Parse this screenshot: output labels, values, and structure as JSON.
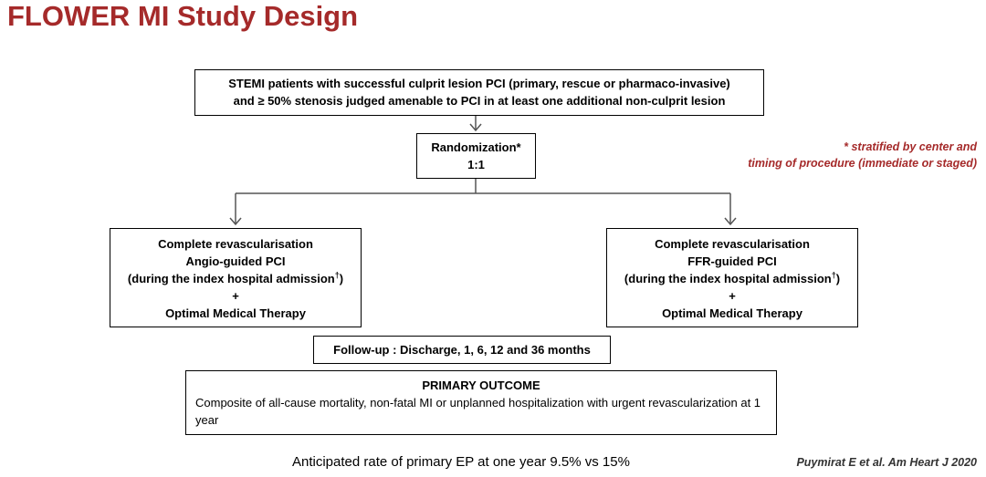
{
  "title": "FLOWER MI Study Design",
  "population": {
    "line1": "STEMI patients with successful culprit lesion PCI (primary, rescue or pharmaco-invasive)",
    "line2": "and ≥ 50% stenosis judged amenable to PCI in at least one additional non-culprit lesion"
  },
  "randomization": {
    "line1": "Randomization*",
    "line2": "1:1"
  },
  "stratification_note": {
    "line1": "* stratified by center and",
    "line2": "timing of procedure (immediate or staged)"
  },
  "arm_left": {
    "line1": "Complete revascularisation",
    "line2": "Angio-guided PCI",
    "line3": "(during the index hospital admission",
    "line3_sup": "†",
    "line3_end": ")",
    "line4": "+",
    "line5": "Optimal Medical Therapy"
  },
  "arm_right": {
    "line1": "Complete revascularisation",
    "line2": "FFR-guided PCI",
    "line3": "(during the index hospital admission",
    "line3_sup": "†",
    "line3_end": ")",
    "line4": "+",
    "line5": "Optimal Medical Therapy"
  },
  "followup": "Follow-up : Discharge, 1, 6, 12 and 36 months",
  "primary_outcome": {
    "heading": "PRIMARY OUTCOME",
    "text": "Composite of all-cause mortality, non-fatal MI or unplanned hospitalization with urgent revascularization at 1 year"
  },
  "anticipated_rate": "Anticipated rate of primary EP at one year 9.5% vs 15%",
  "citation": "Puymirat E et al. Am Heart J 2020"
}
